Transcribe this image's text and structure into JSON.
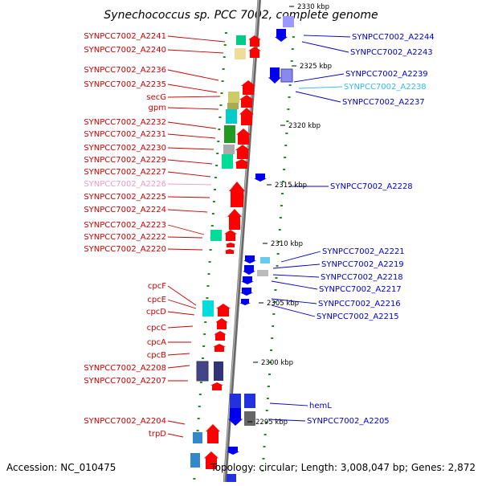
{
  "title": "Synechococcus sp. PCC 7002, complete genome",
  "footer": {
    "accession": "Accession: NC_010475",
    "summary": "Topology: circular; Length: 3,008,047 bp; Genes: 2,872"
  },
  "colors": {
    "forward_label": "#cc0000",
    "reverse_label": "#0000cc",
    "highlight_label": "#33bbee",
    "faded_label": "#ee99cc",
    "backbone": "#888888",
    "tick": "#228822"
  },
  "kbp_marks": [
    "2330 kbp",
    "2325 kbp",
    "2320 kbp",
    "2315 kbp",
    "2310 kbp",
    "2305 kbp",
    "2300 kbp",
    "2295 kbp"
  ],
  "left_labels": [
    "SYNPCC7002_A2241",
    "SYNPCC7002_A2240",
    "SYNPCC7002_A2236",
    "SYNPCC7002_A2235",
    "secG",
    "gpm",
    "SYNPCC7002_A2232",
    "SYNPCC7002_A2231",
    "SYNPCC7002_A2230",
    "SYNPCC7002_A2229",
    "SYNPCC7002_A2227",
    "SYNPCC7002_A2226",
    "SYNPCC7002_A2225",
    "SYNPCC7002_A2224",
    "SYNPCC7002_A2223",
    "SYNPCC7002_A2222",
    "SYNPCC7002_A2220",
    "cpcF",
    "cpcE",
    "cpcD",
    "cpcC",
    "cpcA",
    "cpcB",
    "SYNPCC7002_A2208",
    "SYNPCC7002_A2207",
    "SYNPCC7002_A2204",
    "trpD"
  ],
  "right_labels": [
    "SYNPCC7002_A2244",
    "SYNPCC7002_A2243",
    "SYNPCC7002_A2239",
    "SYNPCC7002_A2238",
    "SYNPCC7002_A2237",
    "SYNPCC7002_A2228",
    "SYNPCC7002_A2221",
    "SYNPCC7002_A2219",
    "SYNPCC7002_A2218",
    "SYNPCC7002_A2217",
    "SYNPCC7002_A2216",
    "SYNPCC7002_A2215",
    "hemL",
    "SYNPCC7002_A2205"
  ]
}
